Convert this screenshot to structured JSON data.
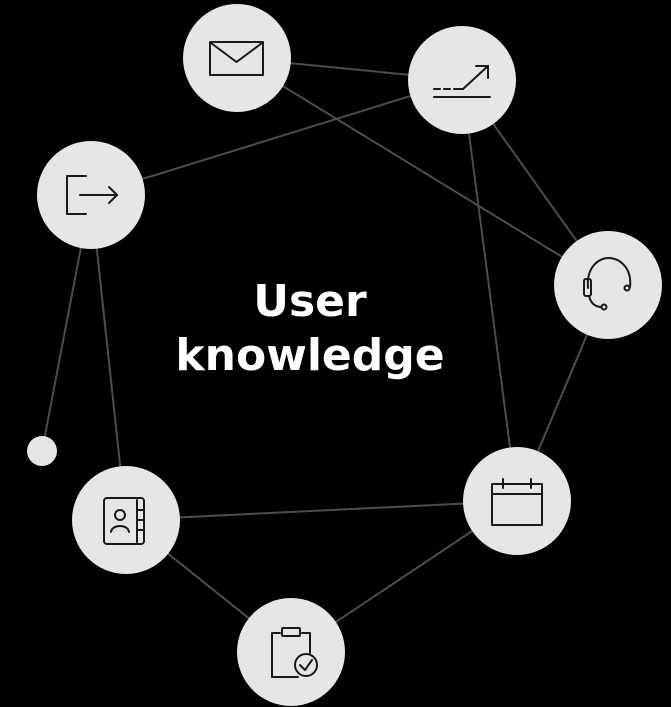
{
  "title": {
    "line1": "User",
    "line2": "knowledge"
  },
  "colors": {
    "background": "#000000",
    "node_fill": "#e6e6e6",
    "connector": "#4d4d4d",
    "icon_stroke": "#1a1a1a",
    "title_text": "#ffffff"
  },
  "nodes": [
    {
      "id": "mail",
      "icon": "envelope-icon"
    },
    {
      "id": "trend",
      "icon": "trend-arrow-icon"
    },
    {
      "id": "signin",
      "icon": "sign-in-icon"
    },
    {
      "id": "support",
      "icon": "headset-icon"
    },
    {
      "id": "calendar",
      "icon": "calendar-icon"
    },
    {
      "id": "contacts",
      "icon": "contact-book-icon"
    },
    {
      "id": "tasks",
      "icon": "clipboard-check-icon"
    },
    {
      "id": "dot",
      "icon": "small-dot"
    }
  ],
  "edges": [
    [
      "mail",
      "trend"
    ],
    [
      "mail",
      "support"
    ],
    [
      "trend",
      "signin"
    ],
    [
      "trend",
      "support"
    ],
    [
      "trend",
      "calendar"
    ],
    [
      "support",
      "calendar"
    ],
    [
      "signin",
      "dot"
    ],
    [
      "signin",
      "contacts"
    ],
    [
      "contacts",
      "calendar"
    ],
    [
      "contacts",
      "tasks"
    ],
    [
      "tasks",
      "calendar"
    ]
  ]
}
